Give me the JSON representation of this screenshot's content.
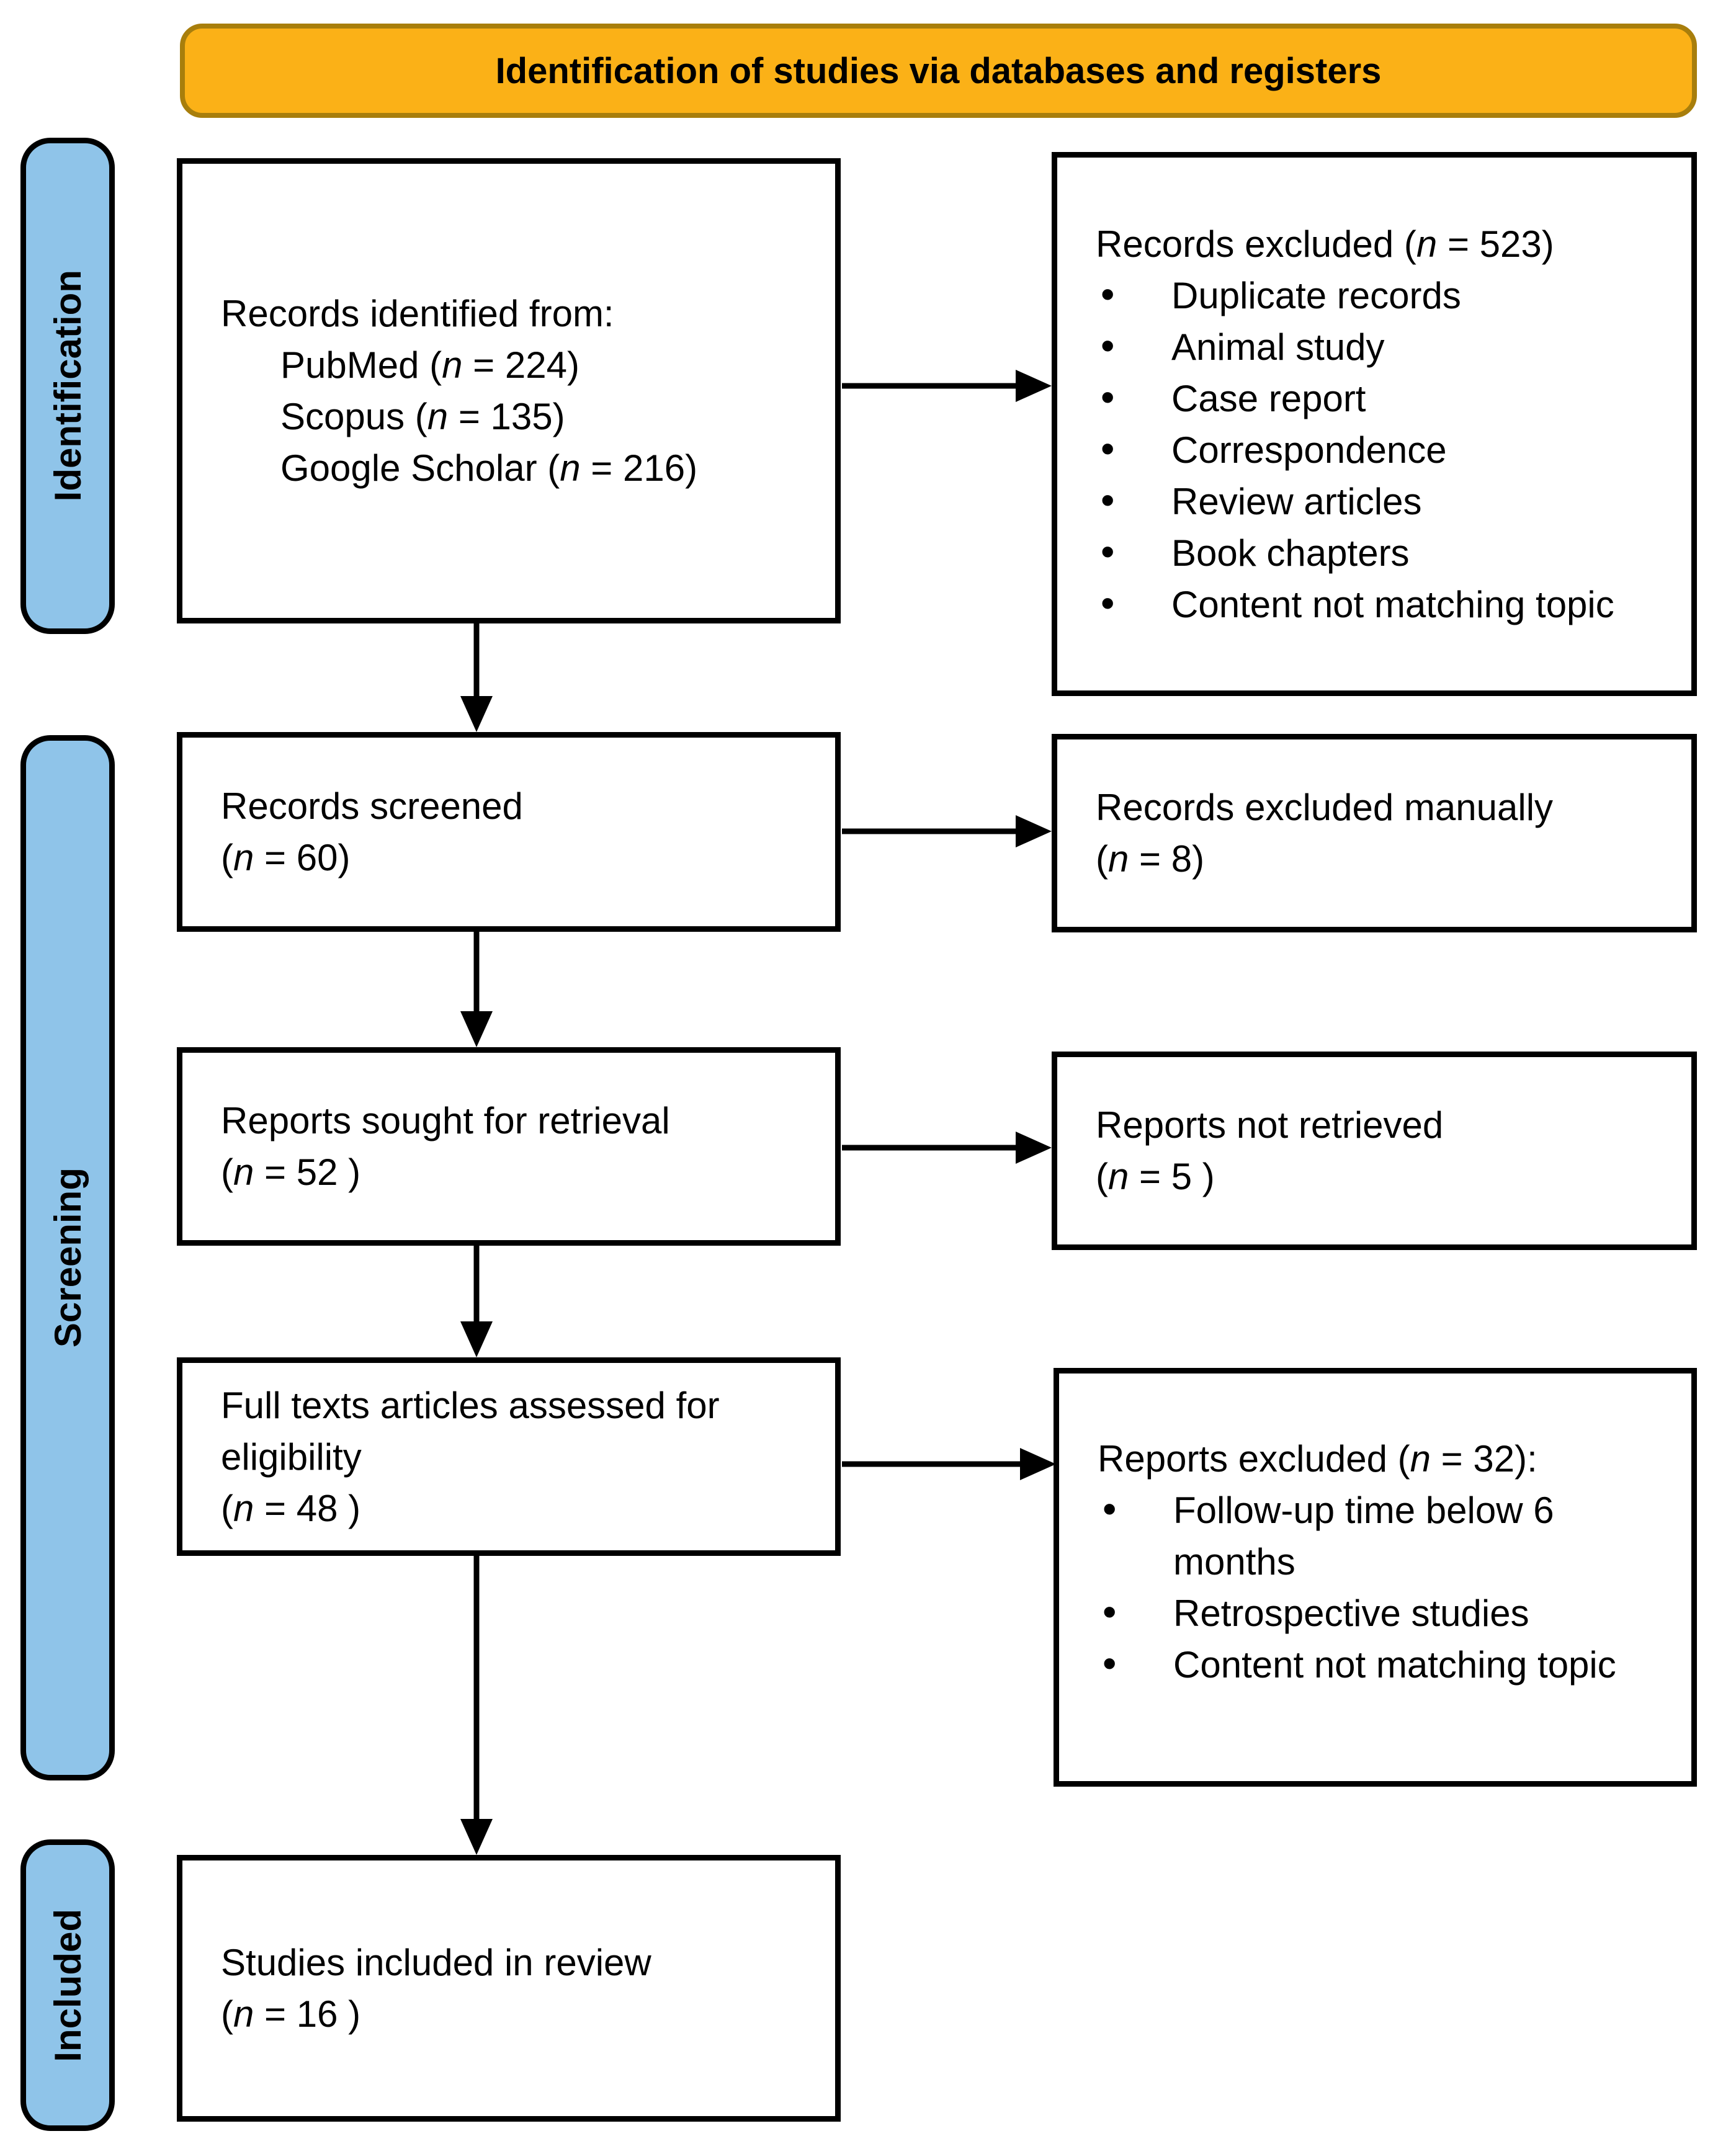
{
  "banner": {
    "title": "Identification of studies via databases and registers"
  },
  "stages": [
    {
      "label": "Identification"
    },
    {
      "label": "Screening"
    },
    {
      "label": "Included"
    }
  ],
  "boxes": {
    "records_identified": {
      "title": "Records identified from:",
      "items": [
        "PubMed (n = 224)",
        "Scopus (n = 135)",
        "Google Scholar (n = 216)"
      ]
    },
    "records_excluded": {
      "title": "Records excluded (n = 523)",
      "bullets": [
        "Duplicate records",
        "Animal study",
        "Case report",
        "Correspondence",
        "Review articles",
        "Book chapters",
        "Content not matching topic"
      ]
    },
    "records_screened": {
      "lines": [
        "Records screened",
        "(n = 60)"
      ]
    },
    "records_excluded_manually": {
      "lines": [
        "Records excluded manually",
        "(n = 8)"
      ]
    },
    "reports_sought": {
      "lines": [
        "Reports sought for retrieval",
        "(n = 52 )"
      ]
    },
    "reports_not_retrieved": {
      "lines": [
        "Reports not retrieved",
        "(n = 5 )"
      ]
    },
    "full_texts_assessed": {
      "lines": [
        "Full texts articles assessed for",
        "eligibility",
        "(n = 48 )"
      ]
    },
    "reports_excluded": {
      "title": "Reports excluded (n = 32):",
      "bullets": [
        "Follow-up time below 6 months",
        "Retrospective studies",
        "Content not matching topic"
      ]
    },
    "studies_included": {
      "lines": [
        "Studies included in review",
        "(n = 16 )"
      ]
    }
  },
  "colors": {
    "banner_fill": "#FBB117",
    "banner_border": "#A87E0C",
    "stage_fill": "#8FC4E9",
    "box_border": "#000000",
    "arrow": "#000000"
  }
}
